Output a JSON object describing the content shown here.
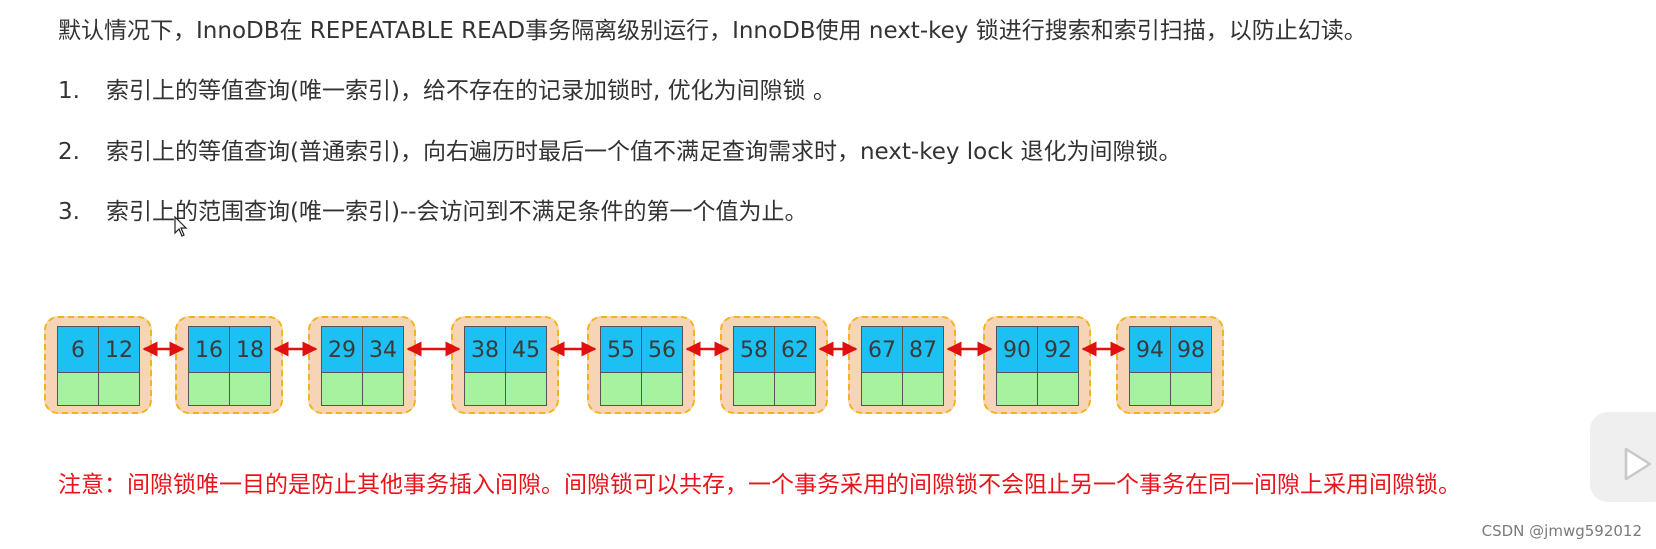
{
  "intro": "默认情况下，InnoDB在 REPEATABLE READ事务隔离级别运行，InnoDB使用 next-key 锁进行搜索和索引扫描，以防止幻读。",
  "rules": [
    {
      "num": "1.",
      "text": "索引上的等值查询(唯一索引)，给不存在的记录加锁时, 优化为间隙锁 。"
    },
    {
      "num": "2.",
      "text": "索引上的等值查询(普通索引)，向右遍历时最后一个值不满足查询需求时，next-key lock 退化为间隙锁。"
    },
    {
      "num": "3.",
      "text": "索引上的范围查询(唯一索引)--会访问到不满足条件的第一个值为止。"
    }
  ],
  "nodes": [
    {
      "keys": [
        "6",
        "12"
      ]
    },
    {
      "keys": [
        "16",
        "18"
      ]
    },
    {
      "keys": [
        "29",
        "34"
      ]
    },
    {
      "keys": [
        "38",
        "45"
      ]
    },
    {
      "keys": [
        "55",
        "56"
      ]
    },
    {
      "keys": [
        "58",
        "62"
      ]
    },
    {
      "keys": [
        "67",
        "87"
      ]
    },
    {
      "keys": [
        "90",
        "92"
      ]
    },
    {
      "keys": [
        "94",
        "98"
      ]
    }
  ],
  "note": "注意：间隙锁唯一目的是防止其他事务插入间隙。间隙锁可以共存，一个事务采用的间隙锁不会阻止另一个事务在同一间隙上采用间隙锁。",
  "watermark": "CSDN @jmwg592012",
  "colors": {
    "text": "#333333",
    "note": "#e8141b",
    "key_cell": "#1cc0f3",
    "pointer_cell": "#a6f29e",
    "node_bg": "#f8d4b6",
    "node_border": "#f2b41d",
    "arrow": "#e01010"
  },
  "icons": {
    "cursor": "mouse-pointer-icon",
    "play": "play-icon"
  }
}
